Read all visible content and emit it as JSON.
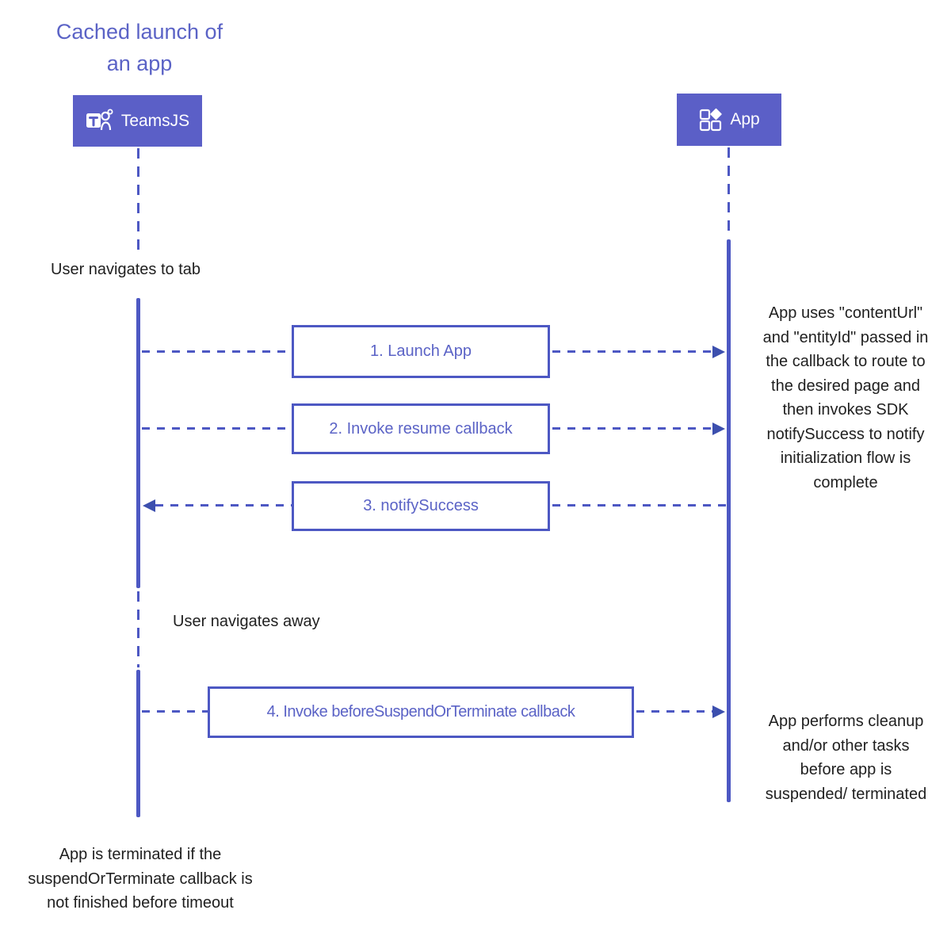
{
  "title": {
    "line1": "Cached launch of",
    "line2": "an app"
  },
  "actors": {
    "teamsjs": {
      "label": "TeamsJS",
      "icon": "teams-logo"
    },
    "app": {
      "label": "App",
      "icon": "app-grid"
    }
  },
  "events": {
    "navigate_tab": "User navigates to tab",
    "navigate_away": "User navigates away"
  },
  "messages": [
    {
      "label": "1. Launch App",
      "from": "TeamsJS",
      "to": "App"
    },
    {
      "label": "2. Invoke resume callback",
      "from": "TeamsJS",
      "to": "App"
    },
    {
      "label": "3. notifySuccess",
      "from": "App",
      "to": "TeamsJS"
    },
    {
      "label": "4. Invoke beforeSuspendOrTerminate callback",
      "from": "TeamsJS",
      "to": "App"
    }
  ],
  "notes": {
    "app_launch": "App uses \"contentUrl\" and \"entityId\" passed in the callback to route to the desired page and then invokes SDK notifySuccess to notify initialization flow is complete",
    "app_cleanup": "App performs cleanup and/or other tasks before app is suspended/ terminated",
    "termination": "App is terminated if the suspendOrTerminate callback is not finished before timeout"
  },
  "colors": {
    "actor_fill": "#5b5fc7",
    "line": "#4d58c3",
    "arrow": "#3c4fae",
    "purple_text": "#5b63c6",
    "dark_text": "#1f1f1f"
  }
}
